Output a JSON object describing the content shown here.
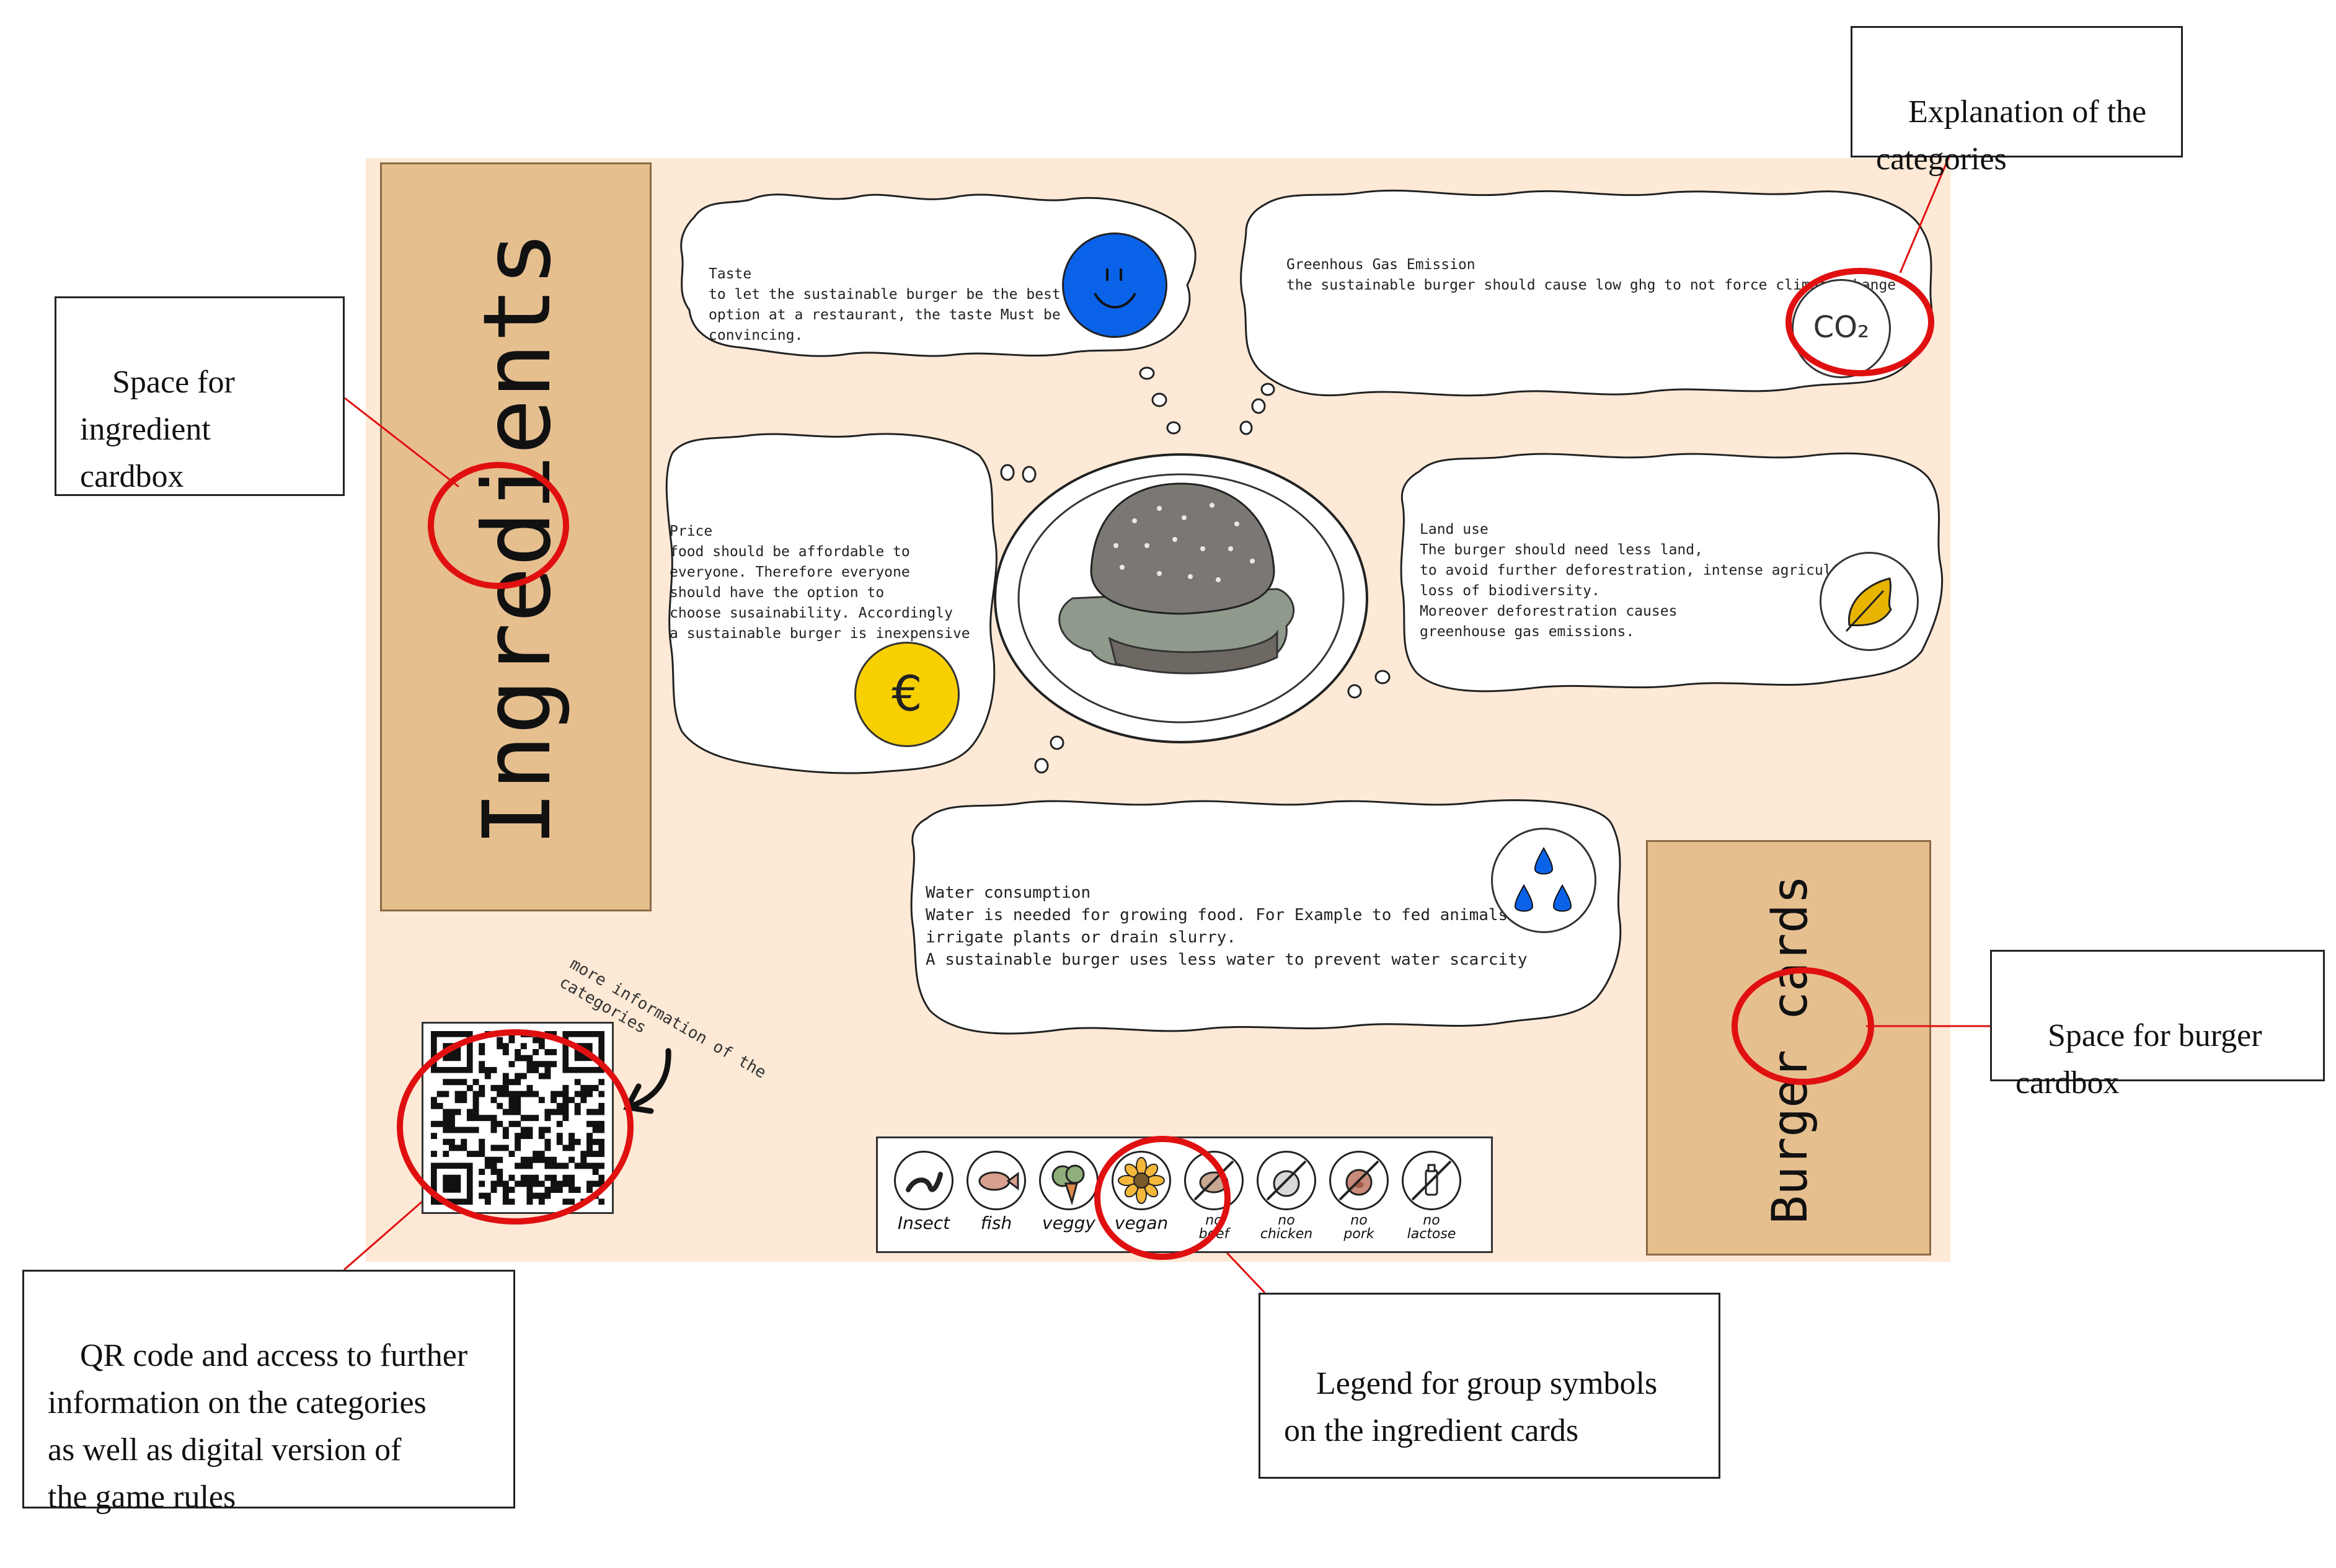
{
  "board": {
    "ingredients_label": "Ingredients",
    "burger_cards_label": "Burger cards",
    "more_info_text": "more information of the\ncategories",
    "bubbles": {
      "taste": {
        "title": "Taste",
        "body": "to let the sustainable burger be the best\noption at a restaurant, the taste Must be\nconvincing.",
        "icon": "smiley-icon",
        "color": "#0a62e8"
      },
      "ghg": {
        "title": "Greenhous Gas Emission",
        "body": "the sustainable burger should cause low ghg to not force climate change",
        "icon_text": "CO₂"
      },
      "price": {
        "title": "Price",
        "body": "food should be affordable to\neveryone. Therefore everyone\nshould have the option to\nchoose susainability. Accordingly\na sustainable burger is inexpensive",
        "icon_text": "€",
        "color": "#f8d000"
      },
      "land": {
        "title": "Land use",
        "body": "The burger should need less land,\nto avoid further deforestration, intense agricultur and\nloss of biodiversity.\nMoreover deforestration causes\ngreenhouse gas emissions.",
        "icon": "oak-leaf-icon",
        "color": "#e8b400"
      },
      "water": {
        "title": "Water consumption",
        "body": "Water is needed for growing food. For Example to fed animals,\nirrigate plants or drain slurry.\nA sustainable burger uses less water to prevent water scarcity",
        "icon": "water-drops-icon",
        "color": "#0a62e8"
      }
    },
    "legend": [
      {
        "label": "Insect",
        "icon": "worm-icon"
      },
      {
        "label": "fish",
        "icon": "fish-icon"
      },
      {
        "label": "veggy",
        "icon": "vegetables-icon"
      },
      {
        "label": "vegan",
        "icon": "flower-icon"
      },
      {
        "label": "no\nbeef",
        "icon": "no-beef-icon"
      },
      {
        "label": "no\nchicken",
        "icon": "no-chicken-icon"
      },
      {
        "label": "no\npork",
        "icon": "no-pork-icon"
      },
      {
        "label": "no\nlactose",
        "icon": "no-lactose-icon"
      }
    ]
  },
  "callouts": {
    "ingredient_space": "Space for\ningredient\ncardbox",
    "categories": "Explanation of the\ncategories",
    "burger_space": "Space for burger\ncardbox",
    "qr": "QR code and access to further\ninformation on the categories\nas well as digital version of\nthe game rules",
    "legend": "Legend for group symbols\non the ingredient cards"
  },
  "colors": {
    "annotation_red": "#e01010",
    "board_background": "#fde9d6",
    "cardbox": "#e6bf8f"
  }
}
